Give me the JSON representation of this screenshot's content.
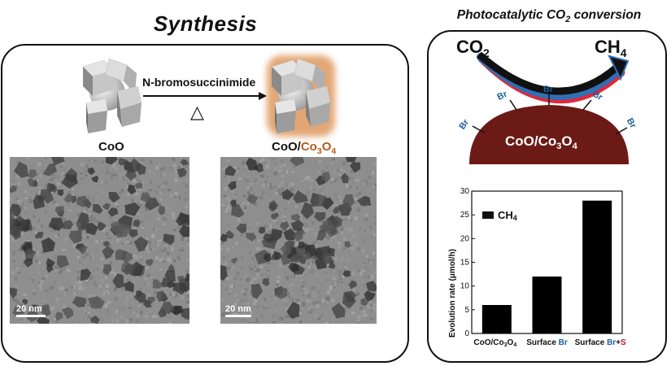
{
  "titles": {
    "synthesis": "Synthesis",
    "photo_prefix": "Photocatalytic CO",
    "photo_sub": "2",
    "photo_suffix": " conversion"
  },
  "reaction": {
    "reagent": "N-bromosuccinimide",
    "heat_symbol": "△",
    "left_label": "CoO",
    "right_label_prefix": "CoO/",
    "right_label_co": "Co",
    "right_label_sub3": "3",
    "right_label_o": "O",
    "right_label_sub4": "4"
  },
  "tem": {
    "left_scale": "20 nm",
    "right_scale": "20 nm"
  },
  "mechanism": {
    "reactant": "CO",
    "reactant_sub": "2",
    "product": "CH",
    "product_sub": "4",
    "surface_label_prefix": "CoO/Co",
    "surface_label_sub3": "3",
    "surface_label_o": "O",
    "surface_label_sub4": "4",
    "ligand": "Br"
  },
  "colors": {
    "particle_brown": "#6b1a16",
    "ligand_blue": "#1f5f99",
    "accent_red": "#c8102e",
    "orange": "#b15a1c"
  },
  "chart_data": {
    "type": "bar",
    "categories": [
      "CoO/Co3O4",
      "Surface Br",
      "Surface Br+S"
    ],
    "category_parts": [
      {
        "a": "CoO/Co",
        "b": "3",
        "c": "O",
        "d": "4"
      },
      {
        "a": "Surface ",
        "b": "Br"
      },
      {
        "a": "Surface ",
        "b": "Br",
        "c": "+",
        "d": "S"
      }
    ],
    "series": [
      {
        "name": "CH4",
        "values": [
          6,
          12,
          28
        ]
      }
    ],
    "legend_text": "CH",
    "legend_sub": "4",
    "ylabel": "Evolution rate (μmol/h)",
    "ylim": [
      0,
      30
    ],
    "yticks": [
      "0",
      "5",
      "10",
      "15",
      "20",
      "25",
      "30"
    ]
  }
}
